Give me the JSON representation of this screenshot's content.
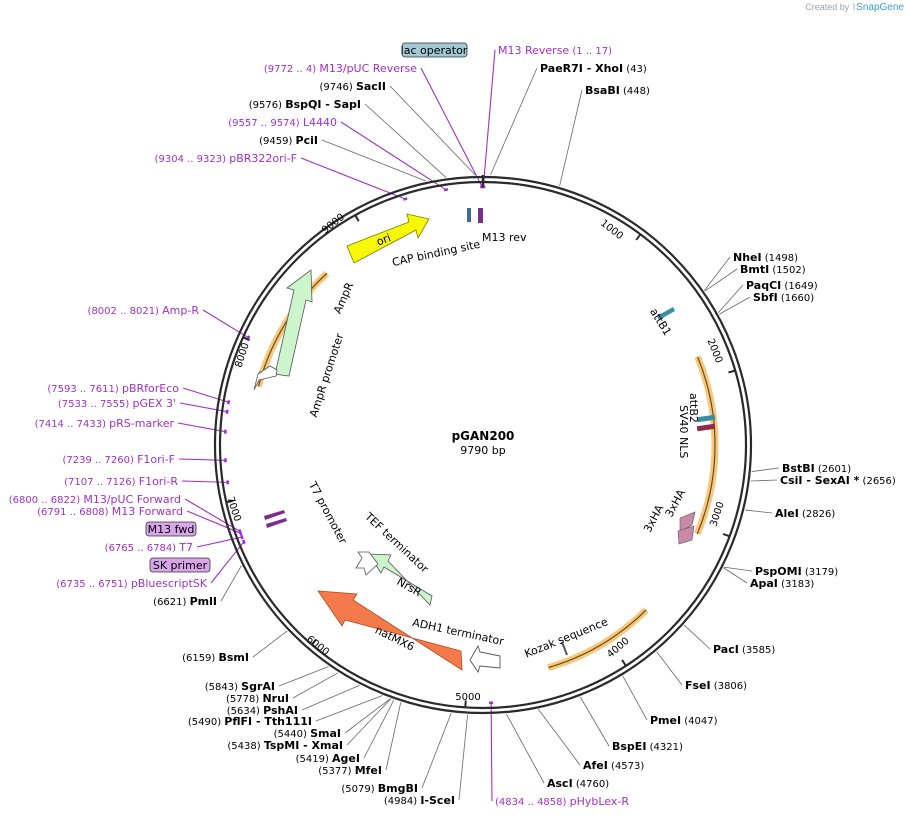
{
  "credit": {
    "prefix": "Created by",
    "brand": "SnapGene"
  },
  "plasmid": {
    "name": "pGAN200",
    "size": "9790 bp",
    "length": 9790
  },
  "ticks": [
    "1000",
    "2000",
    "3000",
    "4000",
    "5000",
    "6000",
    "7000",
    "8000",
    "9000"
  ],
  "feature_labels": {
    "ori": "ori",
    "ampr": "AmpR",
    "ampr_promoter": "AmpR promoter",
    "cap": "CAP binding site",
    "m13rev": "M13 rev",
    "attb1": "attB1",
    "attb2": "attB2",
    "sv40": "SV40 NLS",
    "ha1": "3xHA",
    "ha2": "3xHA",
    "kozak": "Kozak sequence",
    "adh1": "ADH1 terminator",
    "natmx6": "natMX6",
    "nrsr": "NrsR",
    "tef": "TEF terminator",
    "t7p": "T7 promoter"
  },
  "boxed": {
    "lac": "lac operator",
    "m13fwd": "M13 fwd",
    "sk": "SK primer"
  },
  "sites": [
    {
      "pos": "(43)",
      "name": "PaeR7I",
      "name2": "- XhoI"
    },
    {
      "pos": "(448)",
      "name": "BsaBI"
    },
    {
      "pos": "(1498)",
      "name": "NheI"
    },
    {
      "pos": "(1502)",
      "name": "BmtI"
    },
    {
      "pos": "(1649)",
      "name": "PaqCI"
    },
    {
      "pos": "(1660)",
      "name": "SbfI"
    },
    {
      "pos": "(2601)",
      "name": "BstBI"
    },
    {
      "pos": "(2656)",
      "name": "CsiI",
      "name2": "- SexAI *"
    },
    {
      "pos": "(2826)",
      "name": "AleI"
    },
    {
      "pos": "(3179)",
      "name": "PspOMI"
    },
    {
      "pos": "(3183)",
      "name": "ApaI"
    },
    {
      "pos": "(3585)",
      "name": "PacI"
    },
    {
      "pos": "(3806)",
      "name": "FseI"
    },
    {
      "pos": "(4047)",
      "name": "PmeI"
    },
    {
      "pos": "(4321)",
      "name": "BspEI"
    },
    {
      "pos": "(4573)",
      "name": "AfeI"
    },
    {
      "pos": "(4760)",
      "name": "AscI"
    },
    {
      "pos": "(4984)",
      "name": "I-SceI"
    },
    {
      "pos": "(5079)",
      "name": "BmgBI"
    },
    {
      "pos": "(5377)",
      "name": "MfeI"
    },
    {
      "pos": "(5419)",
      "name": "AgeI"
    },
    {
      "pos": "(5438)",
      "name": "TspMI",
      "name2": "- XmaI"
    },
    {
      "pos": "(5440)",
      "name": "SmaI"
    },
    {
      "pos": "(5490)",
      "name": "PflFI",
      "name2": "- Tth111I"
    },
    {
      "pos": "(5634)",
      "name": "PshAI"
    },
    {
      "pos": "(5778)",
      "name": "NruI"
    },
    {
      "pos": "(5843)",
      "name": "SgrAI"
    },
    {
      "pos": "(6159)",
      "name": "BsmI"
    },
    {
      "pos": "(6621)",
      "name": "PmlI"
    },
    {
      "pos": "(9459)",
      "name": "PciI"
    },
    {
      "pos": "(9576)",
      "name": "BspQI",
      "name2": "- SapI"
    },
    {
      "pos": "(9746)",
      "name": "SacII"
    }
  ],
  "primers": [
    {
      "range": "(1 .. 17)",
      "name": "M13 Reverse"
    },
    {
      "range": "(9772 .. 4)",
      "name": "M13/pUC Reverse"
    },
    {
      "range": "(9557 .. 9574)",
      "name": "L4440"
    },
    {
      "range": "(9304 .. 9323)",
      "name": "pBR322ori-F"
    },
    {
      "range": "(8002 .. 8021)",
      "name": "Amp-R"
    },
    {
      "range": "(7593 .. 7611)",
      "name": "pBRforEco"
    },
    {
      "range": "(7533 .. 7555)",
      "name": "pGEX 3'"
    },
    {
      "range": "(7414 .. 7433)",
      "name": "pRS-marker"
    },
    {
      "range": "(7239 .. 7260)",
      "name": "F1ori-F"
    },
    {
      "range": "(7107 .. 7126)",
      "name": "F1ori-R"
    },
    {
      "range": "(6800 .. 6822)",
      "name": "M13/pUC Forward"
    },
    {
      "range": "(6791 .. 6808)",
      "name": "M13 Forward"
    },
    {
      "range": "(6765 .. 6784)",
      "name": "T7"
    },
    {
      "range": "(6735 .. 6751)",
      "name": "pBluescriptSK"
    },
    {
      "range": "(4834 .. 4858)",
      "name": "pHybLex-R"
    }
  ],
  "colors": {
    "backbone": "#2a2a2a",
    "primer": "#a030c8",
    "ori": "#f7f708",
    "ampr": "#ccf5cc",
    "natmx6": "#f47a4b",
    "nrsr": "#ccf5cc",
    "orange_arc": "#f2b553",
    "lac_box": "#9fc9d5",
    "primer_box": "#d9a6ea"
  }
}
